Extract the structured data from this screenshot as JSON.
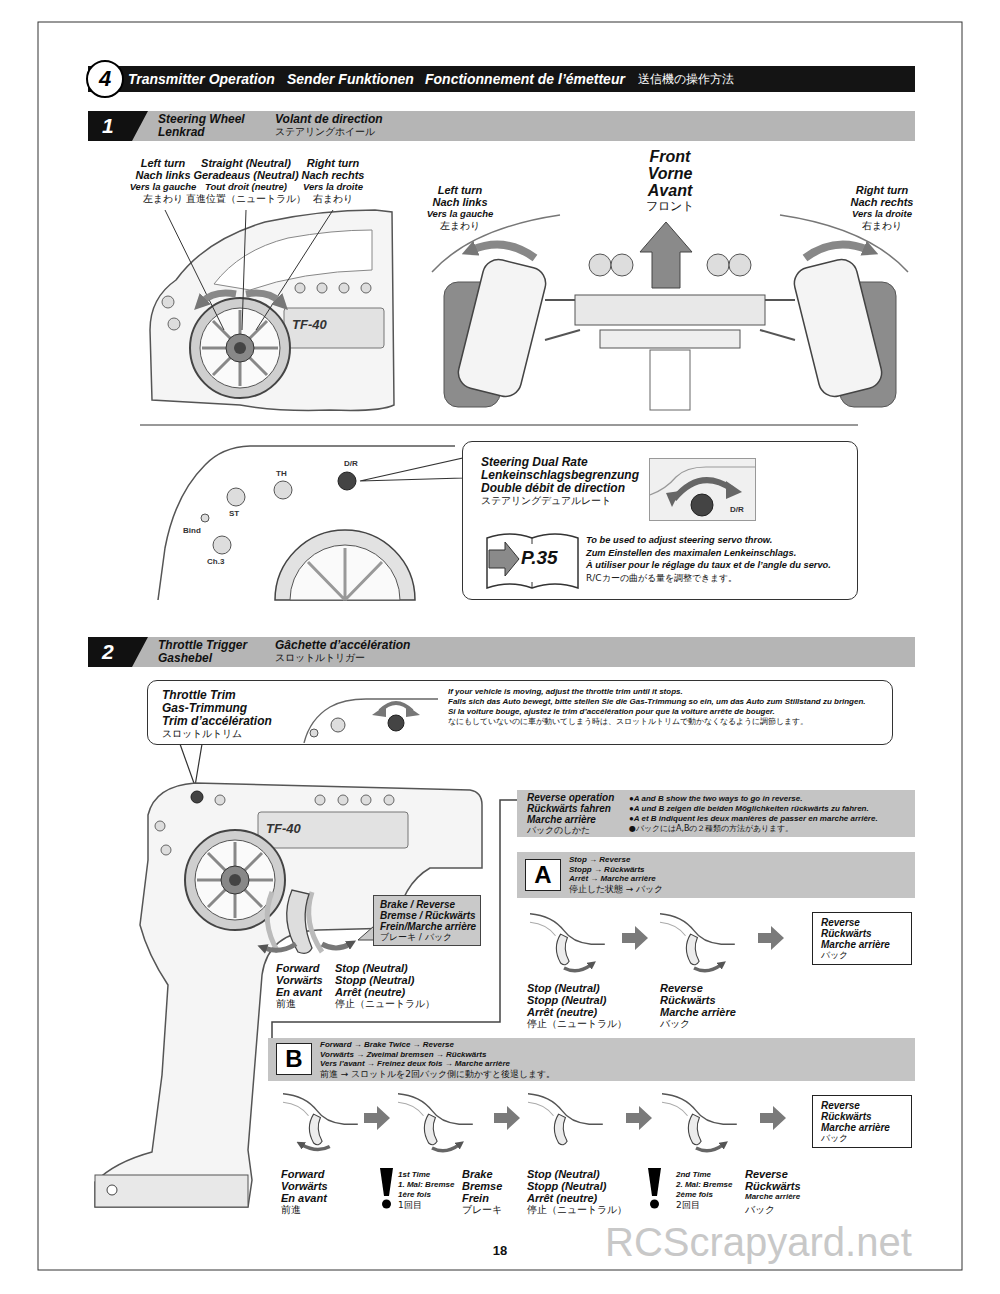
{
  "diagram": {
    "nodes": [
      {
        "text": [
          "4",
          "Transmitter Operation",
          "Sender Funktionen",
          "Fonctionnement de l’émetteur",
          "送信機の操作方法"
        ]
      },
      {
        "text": [
          "1",
          "Steering Wheel",
          "Lenkrad",
          "Volant de direction",
          "ステアリングホイール"
        ]
      },
      {
        "text": [
          "Steering Dual Rate",
          "Lenkeinschlagsbegrenzung",
          "Double débit de direction",
          "ステアリングデュアルレート",
          "To be used to adjust steering servo throw.",
          "Zum Einstellen des maximalen Lenkeinschlags.",
          "À utiliser pour le réglage du taux et de l’angle du servo.",
          "R/Cカーの曲がる量を調整できます。"
        ]
      },
      {
        "text": [
          "D/R"
        ],
        "in": 2
      },
      {
        "text": [
          "P.35"
        ],
        "in": 2
      },
      {
        "text": [
          "2",
          "Throttle Trigger",
          "Gashebel",
          "Gâchette d’accélération",
          "スロットルトリガー"
        ]
      },
      {
        "text": [
          "Throttle Trim",
          "Gas-Trimmung",
          "Trim d’accélération",
          "スロットルトリム",
          "If your vehicle is moving, adjust the throttle trim until it stops.",
          "Falls sich das Auto bewegt, bitte stellen Sie die Gas-Trimmung so ein, um das Auto zum Stillstand zu bringen.",
          "Si la voiture bouge, ajustez le trim d’accélération pour que la voiture arrête de bouger.",
          "なにもしていないのに車が動いてしまう時は、スロットルトリムで動かなくなるように調節します。"
        ]
      },
      {
        "text": [
          "Brake / Reverse",
          "Bremse / Rückwärts",
          "Frein/Marche arrière",
          "ブレーキ / バック"
        ]
      },
      {
        "text": [
          "Reverse operation",
          "Rückwärts fahren",
          "Marche arrière",
          "バックのしかた",
          "●A and B show the two ways to go in reverse.",
          "●A und B zeigen die beiden Möglichkeiten rückwärts zu fahren.",
          "●A et B indiquent les deux manières de passer en marche arrière.",
          "●バックにはA,Bの２種類の方法があります。"
        ]
      },
      {
        "text": [
          "A",
          "Stop → Reverse",
          "Stopp → Rückwärts",
          "Arrêt → Marche arrière",
          "停止した状態 → バック"
        ]
      },
      {
        "text": [
          "Reverse",
          "Rückwärts",
          "Marche arrière",
          "バック"
        ]
      },
      {
        "text": [
          "B",
          "Forward → Brake Twice → Reverse",
          "Vorwärts → Zweimal bremsen → Rückwärts",
          "Vers l’avant → Freinez deux fois → Marche arrière",
          "前進 → スロットルを2回バック側に動かすと後退します。"
        ]
      },
      {
        "text": [
          "Reverse",
          "Rückwärts",
          "Marche arrière",
          "バック"
        ]
      }
    ],
    "labels": [
      "Left turn",
      "Nach links",
      "Vers la gauche",
      "左まわり",
      "Straight (Neutral)",
      "Geradeaus (Neutral)",
      "Tout droit (neutre)",
      "直進位置（ニュートラル）",
      "Right turn",
      "Nach rechts",
      "Vers la droite",
      "右まわり",
      "Front",
      "Vorne",
      "Avant",
      "フロント",
      "Left turn",
      "Nach links",
      "Vers la gauche",
      "左まわり",
      "Right turn",
      "Nach rechts",
      "Vers la droite",
      "右まわり",
      "TF-40",
      "D/R",
      "TH",
      "ST",
      "Bind",
      "Ch.3",
      "TF-40",
      "Forward",
      "Vorwärts",
      "En avant",
      "前進",
      "Stop (Neutral)",
      "Stopp (Neutral)",
      "Arrêt (neutre)",
      "停止（ニュートラル）",
      "Stop (Neutral)",
      "Stopp (Neutral)",
      "Arrêt (neutre)",
      "停止（ニュートラル）",
      "Reverse",
      "Rückwärts",
      "Marche arrière",
      "バック",
      "Forward",
      "Vorwärts",
      "En avant",
      "前進",
      "1st Time",
      "1. Mal: Bremse",
      "1ère fois",
      "1回目",
      "Brake",
      "Bremse",
      "Frein",
      "ブレーキ",
      "Stop (Neutral)",
      "Stopp (Neutral)",
      "Arrêt (neutre)",
      "停止（ニュートラル）",
      "2nd Time",
      "2. Mal: Bremse",
      "2ème fois",
      "2回目",
      "Reverse",
      "Rückwärts",
      "Marche arrière",
      "バック",
      "18",
      "RCScrapyard.net"
    ]
  }
}
